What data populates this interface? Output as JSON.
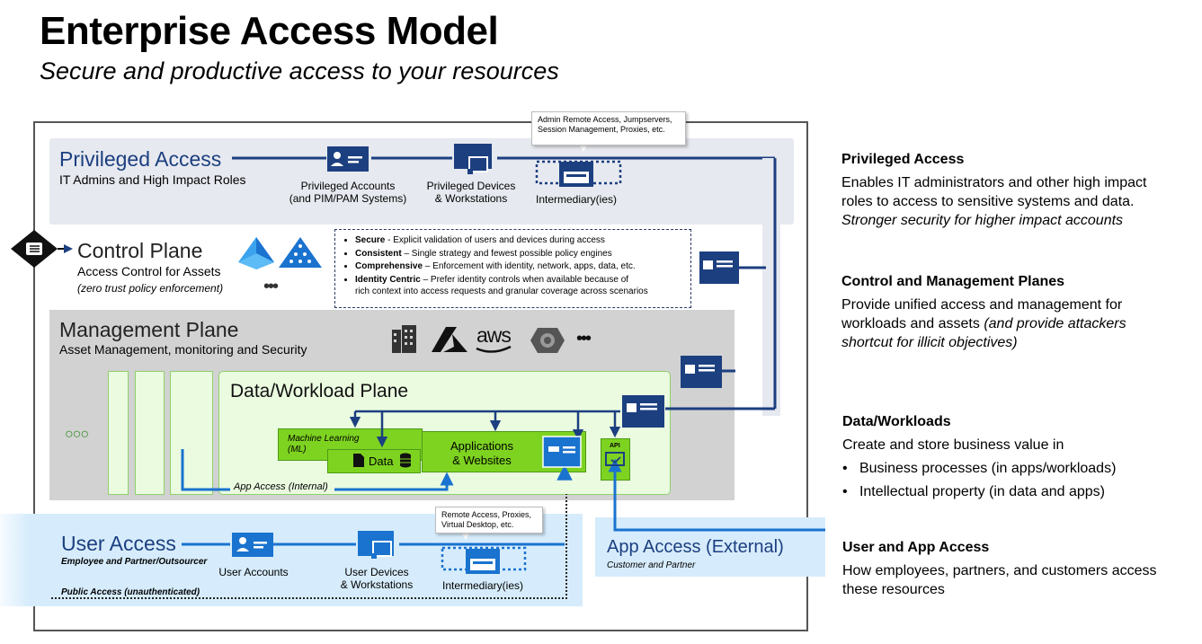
{
  "header": {
    "title": "Enterprise Access Model",
    "subtitle": "Secure and productive access to your resources"
  },
  "privileged": {
    "heading": "Privileged Access",
    "subheading": "IT Admins and High Impact Roles",
    "accounts_label": [
      "Privileged Accounts",
      "(and PIM/PAM Systems)"
    ],
    "devices_label": [
      "Privileged Devices",
      "& Workstations"
    ],
    "intermediary_label": "Intermediary(ies)",
    "callout": [
      "Admin Remote Access, Jumpservers,",
      "Session Management, Proxies, etc."
    ]
  },
  "control": {
    "heading": "Control Plane",
    "subheading": "Access Control for Assets",
    "note": "(zero trust policy enforcement)",
    "more": "•••",
    "principles": [
      {
        "term": "Secure",
        "sep": " - ",
        "text": "Explicit validation of users and devices during access"
      },
      {
        "term": "Consistent",
        "sep": " – ",
        "text": "Single strategy and fewest possible policy engines"
      },
      {
        "term": "Comprehensive",
        "sep": " – ",
        "text": " Enforcement with identity, network, apps, data, etc."
      },
      {
        "term": "Identity Centric",
        "sep": " – ",
        "text": "Prefer identity controls when available because of"
      }
    ],
    "principles_cont": "rich context into access requests and granular coverage across scenarios"
  },
  "management": {
    "heading": "Management Plane",
    "subheading": "Asset Management, monitoring and Security",
    "more": "•••",
    "aws": "aws"
  },
  "workload": {
    "heading": "Data/Workload Plane",
    "ml_label": [
      "Machine Learning",
      "(ML)"
    ],
    "data_label": "Data",
    "apps_label": [
      "Applications",
      "& Websites"
    ],
    "api_label": "API",
    "app_access_internal": "App Access (Internal)",
    "more": "○○○"
  },
  "user": {
    "heading": "User Access",
    "note": "Employee and Partner/Outsourcer",
    "public": "Public Access (unauthenticated)",
    "accounts_label": "User Accounts",
    "devices_label": [
      "User Devices",
      "& Workstations"
    ],
    "intermediary_label": "Intermediary(ies)",
    "callout": [
      "Remote Access, Proxies,",
      "Virtual Desktop, etc."
    ]
  },
  "app_external": {
    "heading": "App Access (External)",
    "note": "Customer and Partner"
  },
  "right_panel": [
    {
      "heading": "Privileged Access",
      "lines": [
        "Enables IT administrators and other high impact",
        "roles to access to sensitive systems and data."
      ],
      "italic": "Stronger security for higher impact accounts"
    },
    {
      "heading": "Control and Management Planes",
      "lines": [
        "Provide unified access and management for"
      ],
      "mixed": {
        "plain": "workloads and assets ",
        "italic": "(and provide attackers"
      },
      "italic": "shortcut for illicit objectives)"
    },
    {
      "heading": "Data/Workloads",
      "lines": [
        "Create and store business value in"
      ],
      "bullets": [
        "Business processes (in apps/workloads)",
        "Intellectual property (in data and apps)"
      ]
    },
    {
      "heading": "User and App Access",
      "lines": [
        "How employees, partners, and customers access",
        "these resources"
      ]
    }
  ],
  "colors": {
    "navy": "#1c3f80",
    "blue": "#1a73cf",
    "green": "#7ed321",
    "light_blue": "#d6ecfc"
  }
}
